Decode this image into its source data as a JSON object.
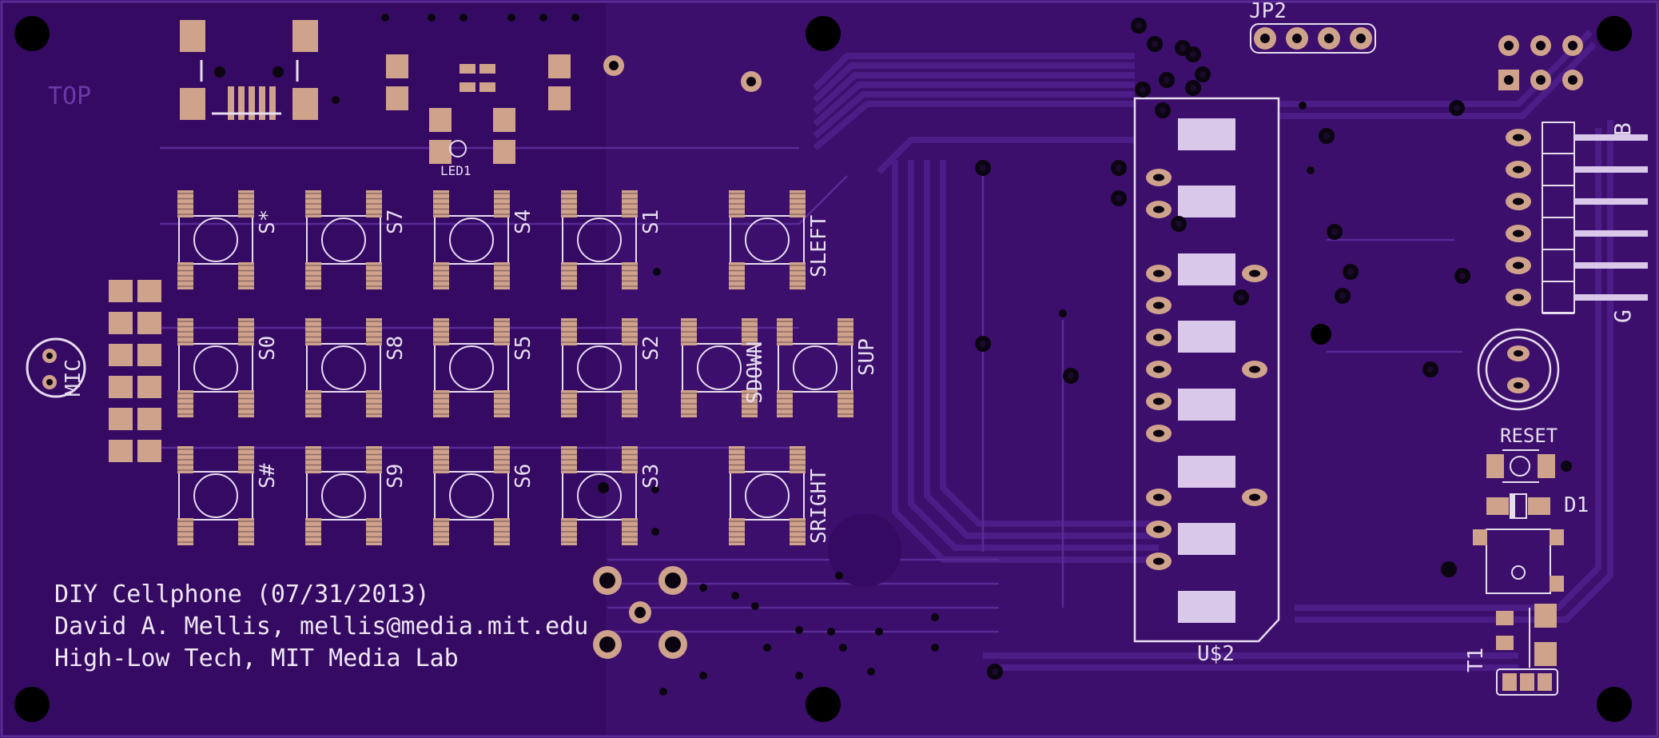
{
  "board": {
    "colors": {
      "board": "#3b0f6b",
      "board_dark": "#350a63",
      "trace": "#4d1d87",
      "copper_pad": "#cfa28c",
      "silkscreen": "#e7dcf0",
      "drill": "#0b0512",
      "hole": "#000000",
      "display_block": "#d9c8ea"
    },
    "labels": {
      "top": "TOP",
      "jp2": "JP2",
      "led1": "LED1",
      "mic": "MIC",
      "us2": "U$2",
      "reset": "RESET",
      "d1": "D1",
      "t1": "T1",
      "b": "B",
      "g": "G"
    },
    "switches": {
      "s_star": "S*",
      "s7": "S7",
      "s4": "S4",
      "s1": "S1",
      "sleft": "SLEFT",
      "s0": "S0",
      "s8": "S8",
      "s5": "S5",
      "s2": "S2",
      "sdown": "SDOWN",
      "sup": "SUP",
      "s_hash": "S#",
      "s9": "S9",
      "s6": "S6",
      "s3": "S3",
      "sright": "SRIGHT"
    },
    "credits": {
      "line1": "DIY Cellphone (07/31/2013)",
      "line2": "David A. Mellis, mellis@media.mit.edu",
      "line3": "High-Low Tech, MIT Media Lab"
    }
  }
}
